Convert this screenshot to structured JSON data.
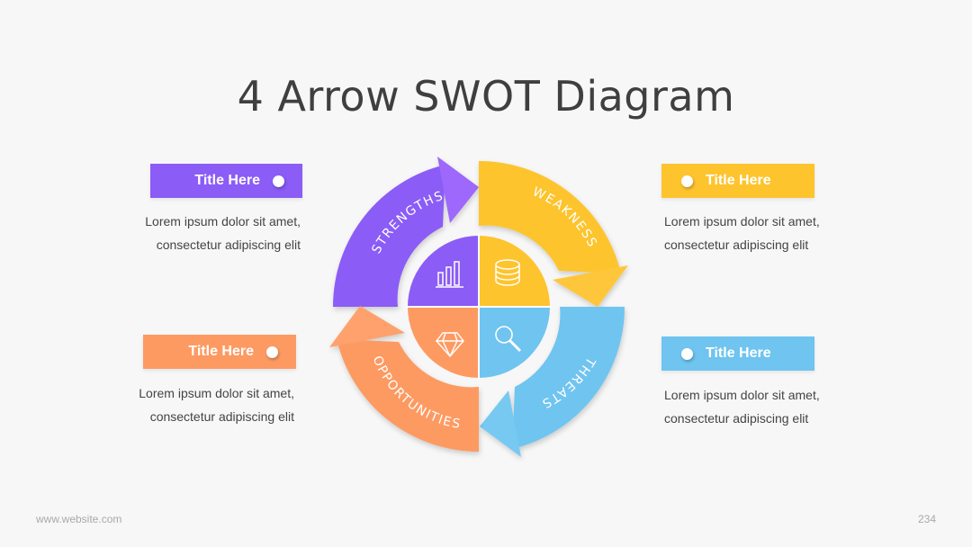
{
  "title": "4 Arrow SWOT Diagram",
  "colors": {
    "strengths": "#8b5cf6",
    "weakness": "#fdc42e",
    "threats": "#6fc4f0",
    "opportunities": "#fd9a62"
  },
  "quadrants": {
    "strengths": {
      "label": "STRENGTHS",
      "icon": "bar-chart-icon"
    },
    "weakness": {
      "label": "WEAKNESS",
      "icon": "coin-stack-icon"
    },
    "threats": {
      "label": "THREATS",
      "icon": "magnifier-icon"
    },
    "opportunities": {
      "label": "OPPORTUNITIES",
      "icon": "diamond-icon"
    }
  },
  "cards": {
    "top_left": {
      "title": "Title Here",
      "line1": "Lorem ipsum dolor sit amet,",
      "line2": "consectetur adipiscing elit"
    },
    "top_right": {
      "title": "Title Here",
      "line1": "Lorem ipsum dolor sit amet,",
      "line2": "consectetur adipiscing elit"
    },
    "bottom_left": {
      "title": "Title Here",
      "line1": "Lorem ipsum dolor sit amet,",
      "line2": "consectetur adipiscing elit"
    },
    "bottom_right": {
      "title": "Title Here",
      "line1": "Lorem ipsum dolor sit amet,",
      "line2": "consectetur adipiscing elit"
    }
  },
  "footer": {
    "website": "www.website.com",
    "page_number": "234"
  }
}
